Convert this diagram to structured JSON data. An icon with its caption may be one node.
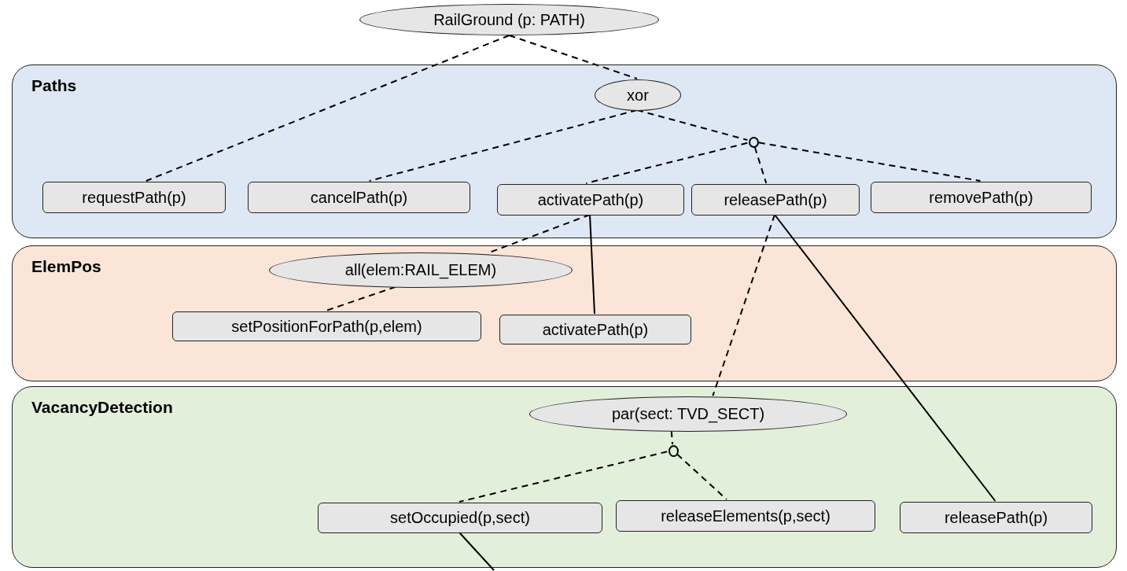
{
  "diagram": {
    "nodes": [
      {
        "text": [
          "RailGround (p: PATH)"
        ]
      },
      {
        "text": [
          "Paths"
        ]
      },
      {
        "text": [
          "xor"
        ],
        "in": 1
      },
      {
        "text": [],
        "shape": "circle",
        "in": 1
      },
      {
        "text": [
          "requestPath(p)"
        ],
        "in": 1
      },
      {
        "text": [
          "cancelPath(p)"
        ],
        "in": 1
      },
      {
        "text": [
          "activatePath(p)"
        ],
        "in": 1
      },
      {
        "text": [
          "releasePath(p)"
        ],
        "in": 1
      },
      {
        "text": [
          "removePath(p)"
        ],
        "in": 1
      },
      {
        "text": [
          "ElemPos"
        ]
      },
      {
        "text": [
          "all(elem:RAIL_ELEM)"
        ],
        "in": 9
      },
      {
        "text": [
          "setPositionForPath(p,elem)"
        ],
        "in": 9
      },
      {
        "text": [
          "activatePath(p)"
        ],
        "in": 9
      },
      {
        "text": [
          "VacancyDetection"
        ]
      },
      {
        "text": [
          "par(sect: TVD_SECT)"
        ],
        "in": 13
      },
      {
        "text": [],
        "shape": "circle",
        "in": 13
      },
      {
        "text": [
          "setOccupied(p,sect)"
        ],
        "in": 13
      },
      {
        "text": [
          "releaseElements(p,sect)"
        ],
        "in": 13
      },
      {
        "text": [
          "releasePath(p)"
        ],
        "in": 13
      }
    ],
    "edges": [
      {
        "from": 0,
        "to": 4,
        "arrow": "none",
        "style": "dashed"
      },
      {
        "from": 0,
        "to": 2,
        "arrow": "none",
        "style": "dashed"
      },
      {
        "from": 2,
        "to": 5,
        "arrow": "none",
        "style": "dashed"
      },
      {
        "from": 2,
        "to": 3,
        "arrow": "none",
        "style": "dashed"
      },
      {
        "from": 3,
        "to": 6,
        "arrow": "none",
        "style": "dashed"
      },
      {
        "from": 3,
        "to": 7,
        "arrow": "none",
        "style": "dashed"
      },
      {
        "from": 3,
        "to": 8,
        "arrow": "none",
        "style": "dashed"
      },
      {
        "from": 6,
        "to": 10,
        "arrow": "none",
        "style": "dashed"
      },
      {
        "from": 10,
        "to": 11,
        "arrow": "none",
        "style": "dashed"
      },
      {
        "from": 6,
        "to": 12,
        "arrow": "none"
      },
      {
        "from": 7,
        "to": 14,
        "arrow": "none",
        "style": "dashed"
      },
      {
        "from": 7,
        "to": 18,
        "arrow": "none"
      },
      {
        "from": 14,
        "to": 15,
        "arrow": "none",
        "style": "dashed"
      },
      {
        "from": 15,
        "to": 16,
        "arrow": "none",
        "style": "dashed"
      },
      {
        "from": 15,
        "to": 17,
        "arrow": "none",
        "style": "dashed"
      },
      {
        "from": 16,
        "to": null,
        "arrow": "none"
      }
    ]
  }
}
